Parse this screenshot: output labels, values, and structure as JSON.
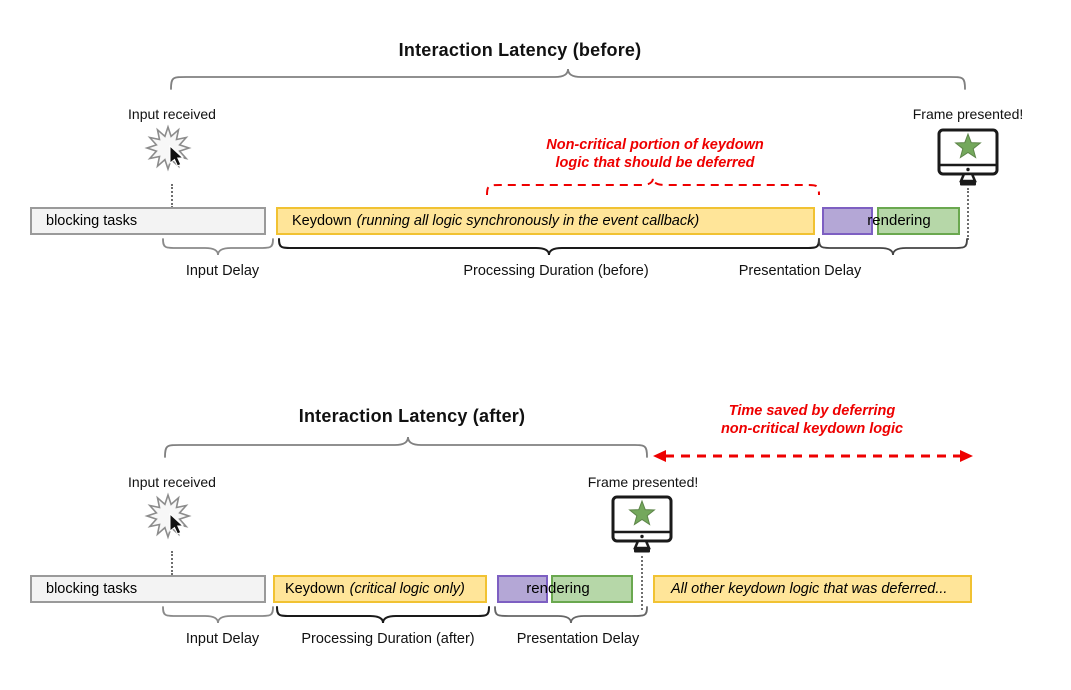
{
  "colors": {
    "task_yellow_fill": "#ffe599",
    "task_yellow_border": "#f1c232",
    "purple_fill": "#b4a7d6",
    "purple_border": "#7d5fc2",
    "green_fill": "#b6d7a8",
    "green_border": "#6aa84f",
    "blocking_gray_fill": "#f3f3f3",
    "blocking_gray_border": "#9a9a9a",
    "annotation_red": "#ee0000",
    "star_green": "#74a85c"
  },
  "before": {
    "title": "Interaction Latency (before)",
    "input_received": "Input received",
    "frame_presented": "Frame presented!",
    "annotation_line1": "Non-critical portion of keydown",
    "annotation_line2": "logic that should be deferred",
    "bars": {
      "blocking": "blocking tasks",
      "keydown": "Keydown",
      "keydown_note": "(running all logic synchronously in the event callback)",
      "rendering": "rendering"
    },
    "measures": {
      "input_delay": "Input Delay",
      "processing": "Processing Duration (before)",
      "presentation": "Presentation Delay"
    }
  },
  "after": {
    "title": "Interaction Latency (after)",
    "input_received": "Input received",
    "frame_presented": "Frame presented!",
    "annotation_line1": "Time saved by deferring",
    "annotation_line2": "non-critical keydown logic",
    "bars": {
      "blocking": "blocking tasks",
      "keydown": "Keydown",
      "keydown_note": "(critical logic only)",
      "rendering": "rendering",
      "deferred": "All other keydown logic that was deferred..."
    },
    "measures": {
      "input_delay": "Input Delay",
      "processing": "Processing Duration (after)",
      "presentation": "Presentation Delay"
    }
  }
}
